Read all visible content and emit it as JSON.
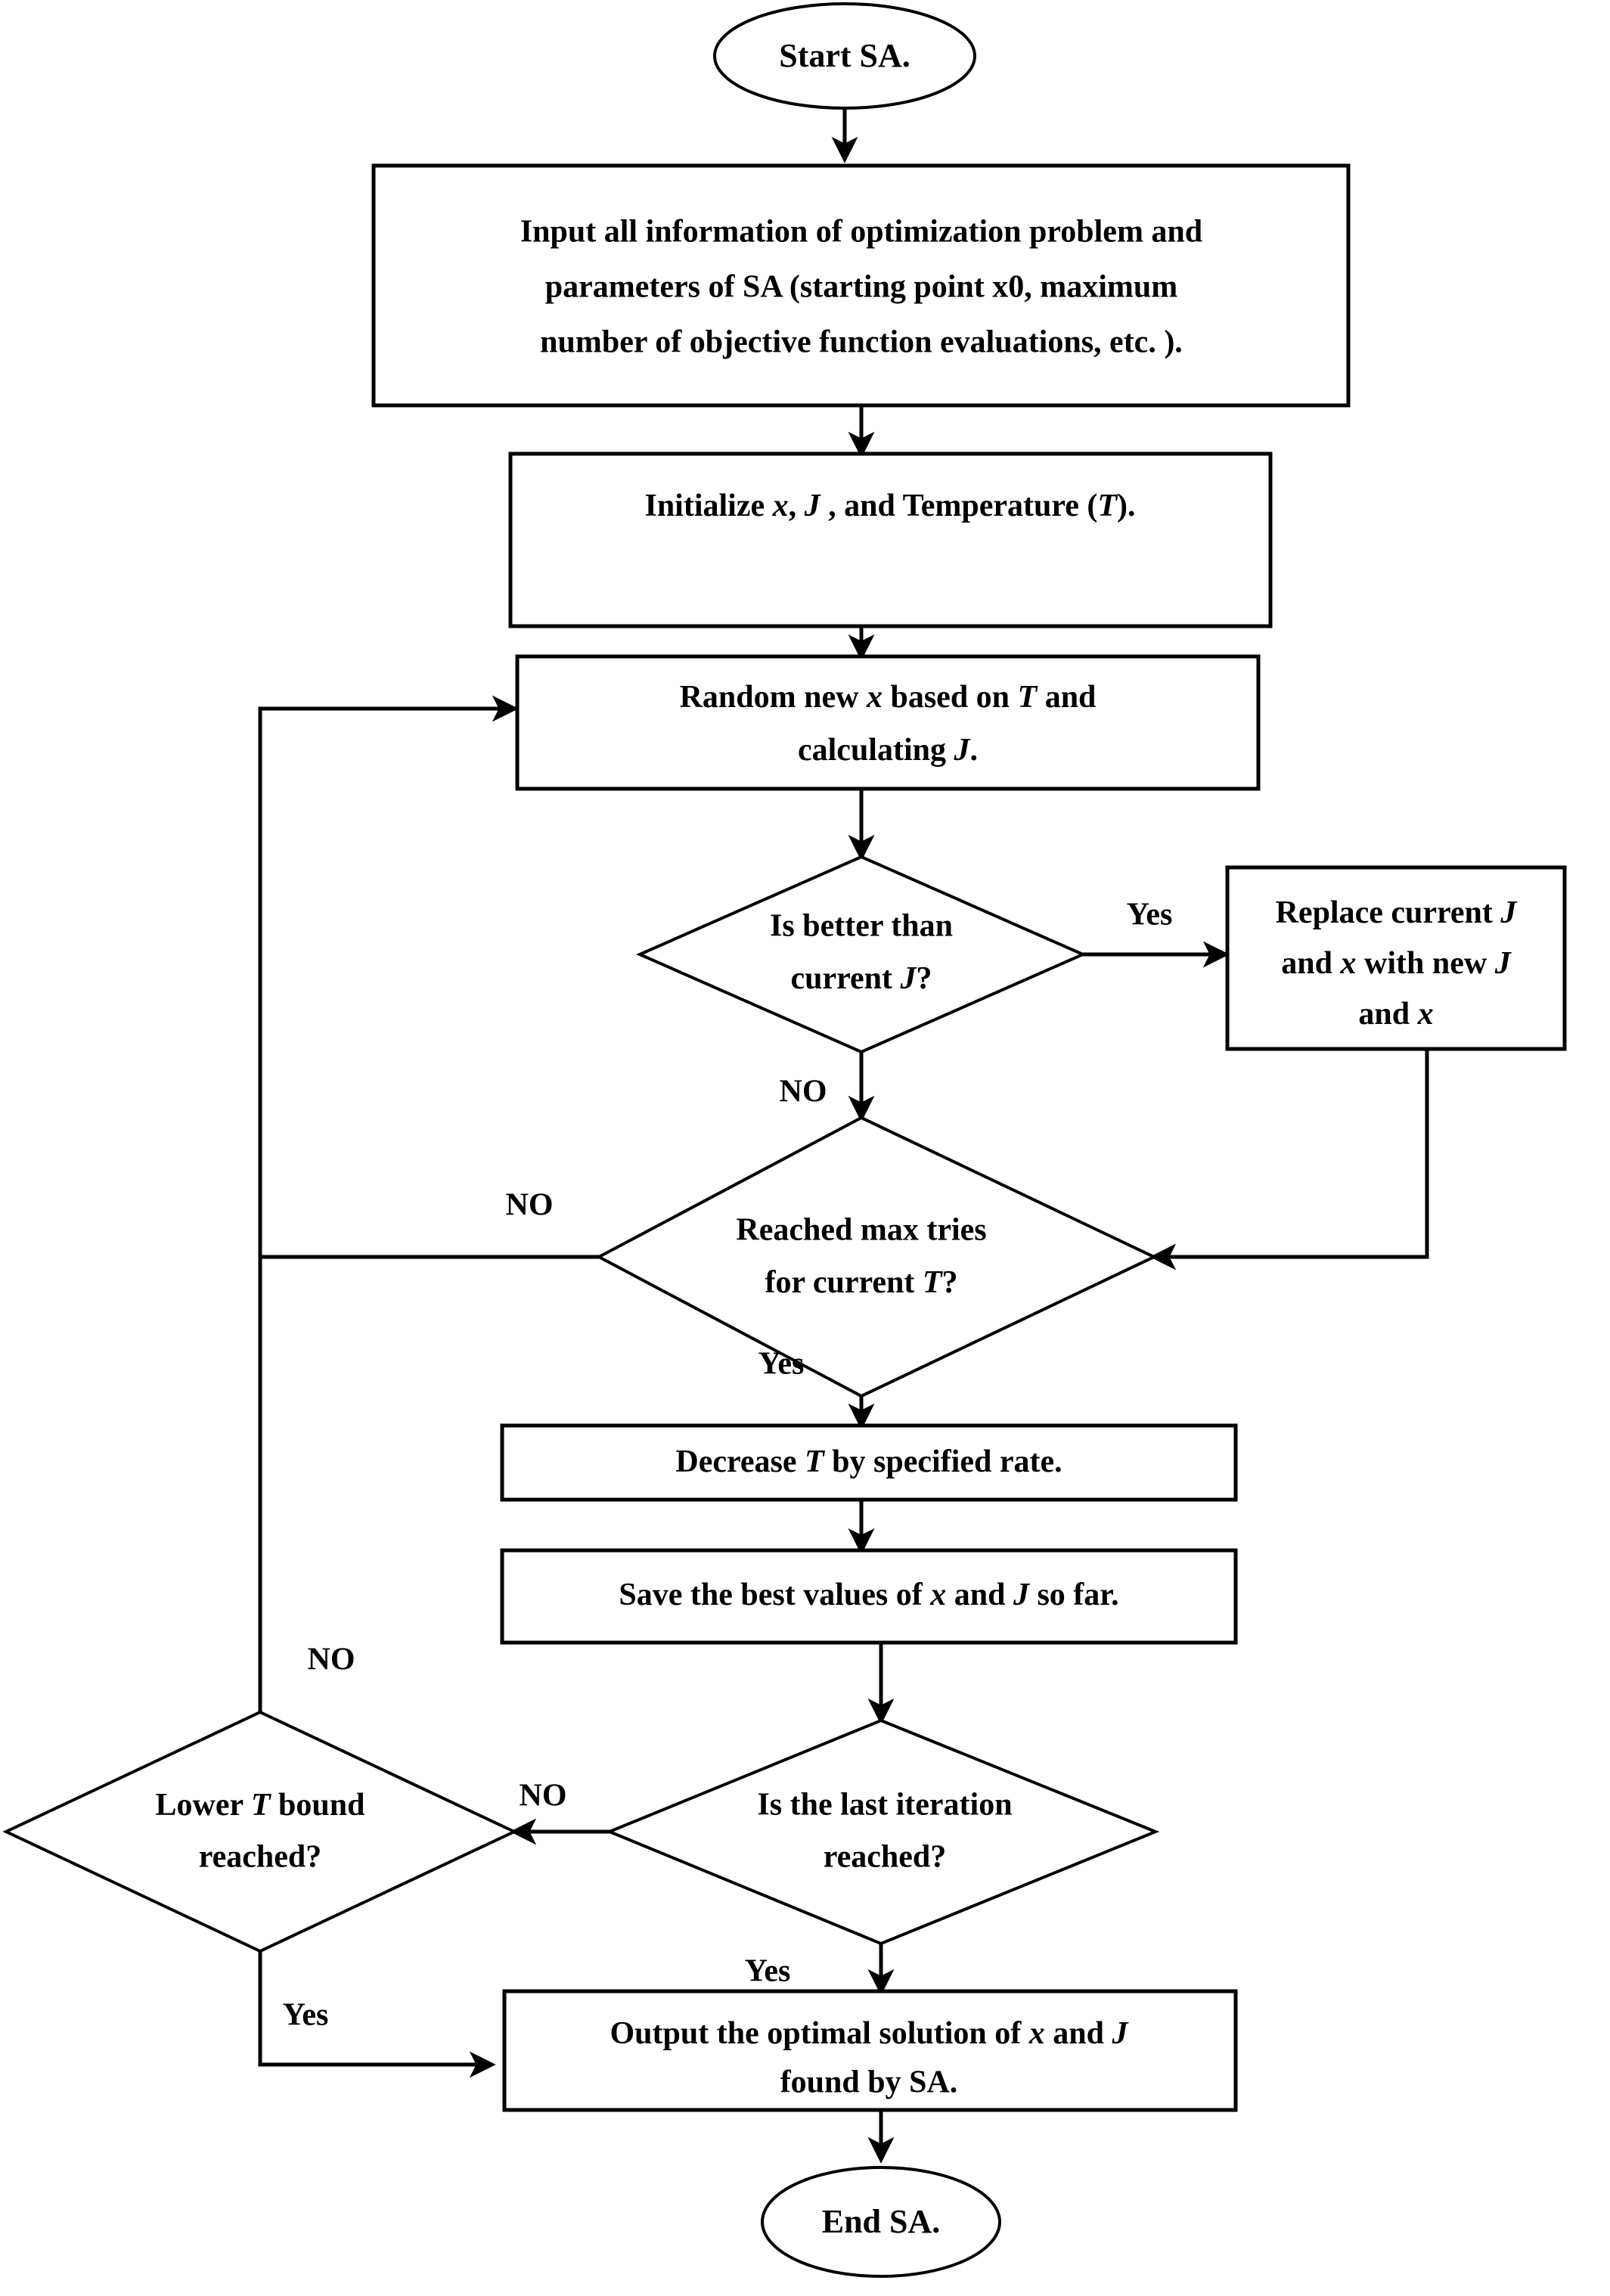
{
  "diagram": {
    "title": "Simulated Annealing (SA) algorithm flowchart",
    "type": "flowchart",
    "background_color": "#ffffff",
    "line_color": "#000000",
    "text_color": "#000000"
  },
  "nodes": {
    "start": {
      "shape": "ellipse",
      "label": "Start SA."
    },
    "input_params": {
      "shape": "rectangle",
      "line1": "Input all information of optimization problem and",
      "line2": "parameters of SA (starting point x0, maximum",
      "line3": "number of objective function evaluations, etc. )."
    },
    "initialize": {
      "shape": "rectangle",
      "line1_a": "Initialize ",
      "line1_x": "x",
      "line1_b": ", ",
      "line1_J": "J",
      "line1_c": " , and Temperature (",
      "line1_T": "T",
      "line1_d": ")."
    },
    "random_new_x": {
      "shape": "rectangle",
      "line1_a": "Random new ",
      "line1_x": "x",
      "line1_b": " based on ",
      "line1_T": "T",
      "line1_c": " and",
      "line2_a": "calculating ",
      "line2_J": "J",
      "line2_b": "."
    },
    "is_better": {
      "shape": "diamond",
      "line1": "Is better than",
      "line2_a": "current ",
      "line2_J": "J",
      "line2_b": "?"
    },
    "replace_current": {
      "shape": "rectangle",
      "line1_a": "Replace current ",
      "line1_J": "J",
      "line2_a": "and ",
      "line2_x": "x",
      "line2_b": " with new ",
      "line2_J": "J",
      "line3_a": "and ",
      "line3_x": "x"
    },
    "reached_max_tries": {
      "shape": "diamond",
      "line1": "Reached max tries",
      "line2_a": "for current ",
      "line2_T": "T",
      "line2_b": "?"
    },
    "decrease_T": {
      "shape": "rectangle",
      "line1_a": "Decrease ",
      "line1_T": "T",
      "line1_b": " by specified rate."
    },
    "save_best": {
      "shape": "rectangle",
      "line1_a": "Save the best values of ",
      "line1_x": "x",
      "line1_b": " and ",
      "line1_J": "J",
      "line1_c": " so far."
    },
    "last_iteration": {
      "shape": "diamond",
      "line1": "Is the last iteration",
      "line2": "reached?"
    },
    "lower_T_bound": {
      "shape": "diamond",
      "line1_a": "Lower ",
      "line1_T": "T",
      "line1_b": " bound",
      "line2": "reached?"
    },
    "output_solution": {
      "shape": "rectangle",
      "line1_a": "Output the optimal solution of ",
      "line1_x": "x",
      "line1_b": " and ",
      "line1_J": "J",
      "line2": "found by SA."
    },
    "end": {
      "shape": "ellipse",
      "label": "End SA."
    }
  },
  "edge_labels": {
    "is_better_yes": "Yes",
    "is_better_no": "NO",
    "max_tries_no": "NO",
    "max_tries_yes": "Yes",
    "last_iteration_no": "NO",
    "last_iteration_yes": "Yes",
    "lower_bound_no": "NO",
    "lower_bound_yes": "Yes"
  }
}
